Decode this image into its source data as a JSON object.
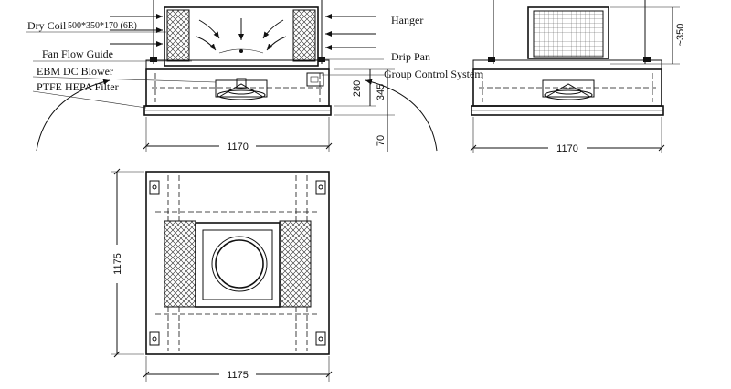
{
  "labels": {
    "dry_coil": "Dry Coil",
    "dry_coil_size": "500*350*170 (6R)",
    "fan_flow_guide": "Fan Flow Guide",
    "ebm_dc_blower": "EBM DC Blower",
    "ptfe_hepa_filter": "PTFE HEPA Filter",
    "hanger": "Hanger",
    "drip_pan": "Drip Pan",
    "group_control_system": "Group Control System"
  },
  "dimensions": {
    "front_width": "1170",
    "front_h_280": "280",
    "front_h_345": "345",
    "front_h_70": "70",
    "side_width": "1170",
    "side_h_350": "~350",
    "top_width": "1175",
    "top_height": "1175"
  }
}
